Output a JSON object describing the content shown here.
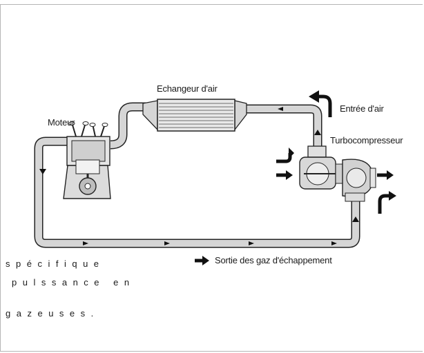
{
  "labels": {
    "intercooler": "Echangeur d'air",
    "engine": "Moteur",
    "air_inlet": "Entrée d'air",
    "turbo": "Turbocompresseur",
    "exhaust": "Sortie des gaz d'échappement"
  },
  "fragments": {
    "line1": "spécifique",
    "line2": "pulssance en",
    "line3": "gazeuses."
  },
  "colors": {
    "pipe_fill": "#d6d6d6",
    "outline": "#222222",
    "arrow": "#111111"
  }
}
